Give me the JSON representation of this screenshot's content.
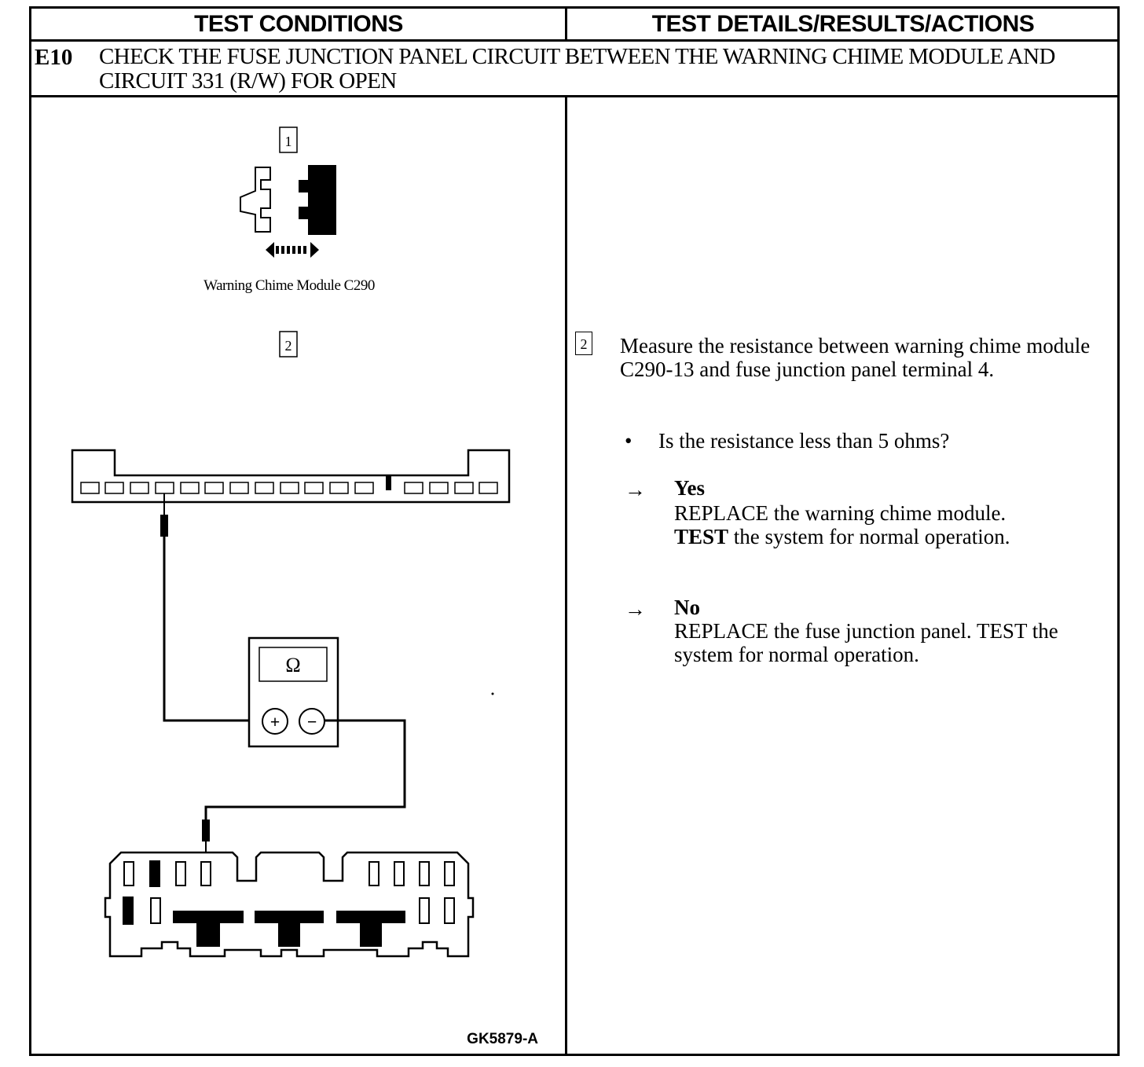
{
  "header": {
    "left": "TEST CONDITIONS",
    "right": "TEST DETAILS/RESULTS/ACTIONS"
  },
  "step": {
    "id": "E10",
    "title": "CHECK THE FUSE JUNCTION PANEL CIRCUIT BETWEEN THE WARNING CHIME MODULE AND CIRCUIT 331 (R/W) FOR OPEN"
  },
  "diagram": {
    "step1_num": "1",
    "connector_label": "Warning Chime Module C290",
    "step2_num": "2",
    "meter_symbol": "Ω",
    "plus": "+",
    "minus": "−",
    "figure_id": "GK5879-A"
  },
  "details": {
    "step_num": "2",
    "instruction": "Measure the resistance between warning chime module C290-13 and fuse junction panel terminal 4.",
    "bullet": "•",
    "question": "Is the resistance less than 5 ohms?",
    "arrow": "→",
    "yes_label": "Yes",
    "yes_action_1_verb": "REPLACE",
    "yes_action_1_rest": " the warning chime module.",
    "yes_action_2_verb": "TEST",
    "yes_action_2_rest": " the system for normal operation.",
    "no_label": "No",
    "no_action": "REPLACE the fuse junction panel. TEST the system for normal operation."
  }
}
